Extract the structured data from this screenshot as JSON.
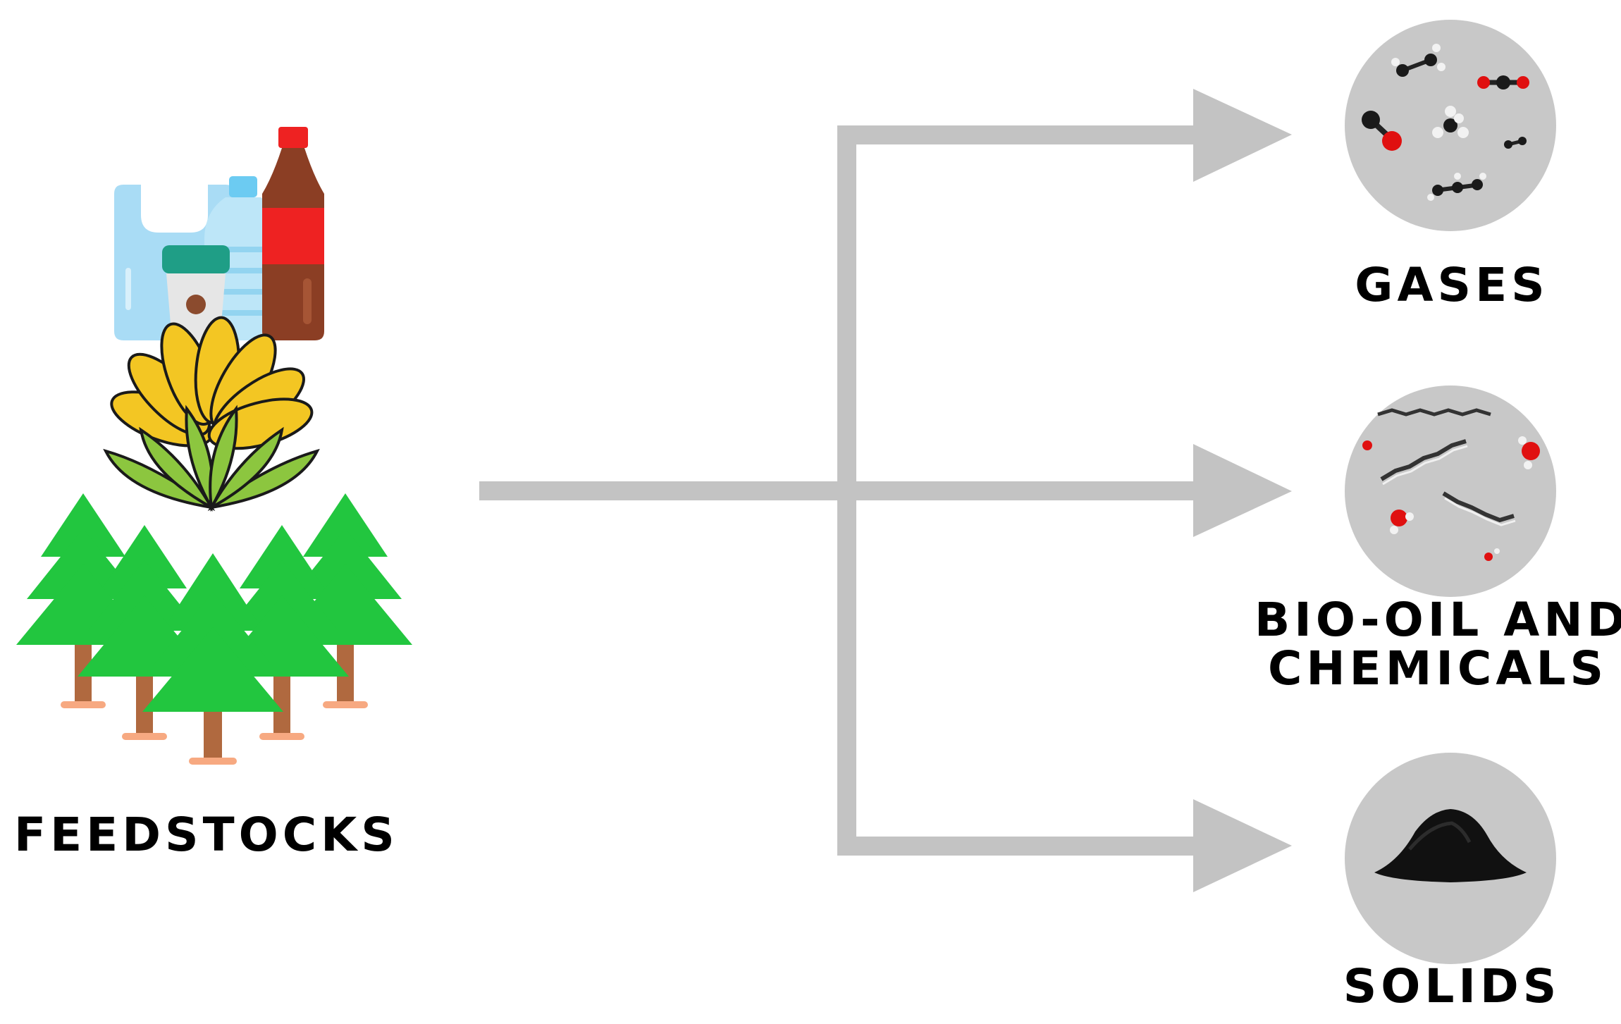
{
  "labels": {
    "feedstocks": "FEEDSTOCKS",
    "gases": "GASES",
    "bio_oil_line1": "BIO-OIL AND",
    "bio_oil_line2": "CHEMICALS",
    "solids": "SOLIDS"
  },
  "colors": {
    "connector": "#c3c3c3",
    "product_circle": "#c8c8c8",
    "tree_green": "#22c63f",
    "trunk": "#b0693f",
    "corn_yellow": "#f3c623",
    "leaf_green": "#8cc63f",
    "cola_red": "#ee2222",
    "cola_brown": "#8b3e24",
    "water_blue": "#a9dcf5",
    "cup_teal": "#1f9e86"
  },
  "icons": {
    "plastics": "plastic-waste-icon",
    "corn": "corn-crop-icon",
    "forest": "pine-forest-icon",
    "gases": "gas-molecules-icon",
    "bio_oil": "bio-oil-molecules-icon",
    "solids": "char-pile-icon"
  }
}
